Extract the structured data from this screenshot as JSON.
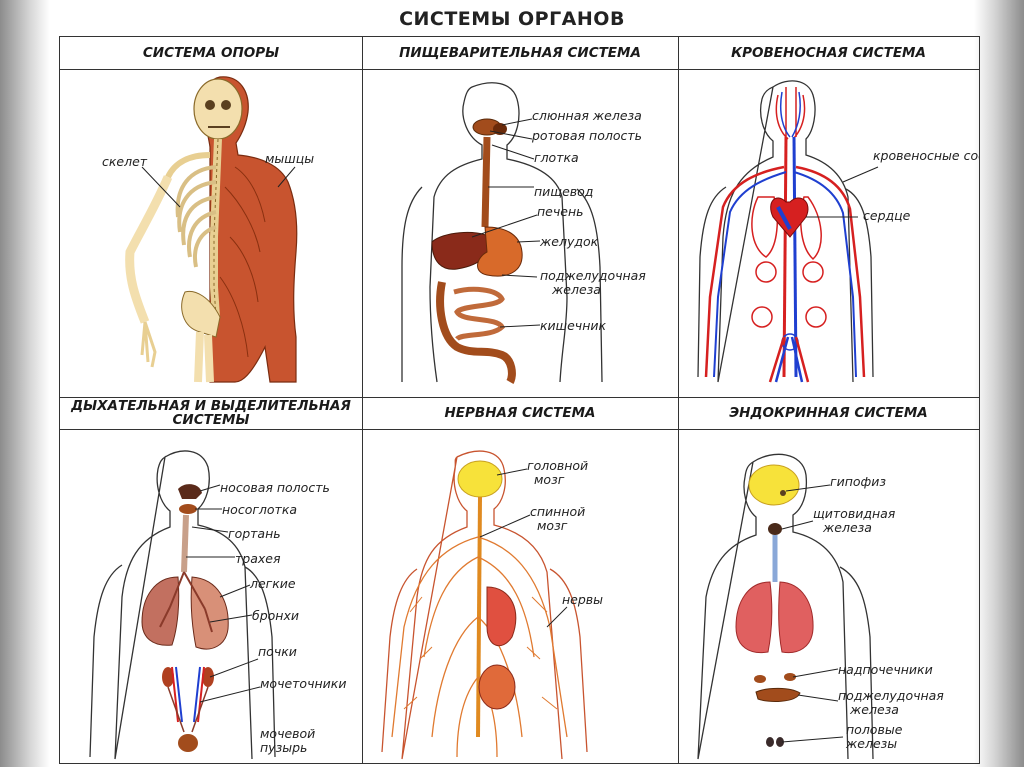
{
  "title": "СИСТЕМЫ ОРГАНОВ",
  "panels": {
    "support": {
      "heading": "СИСТЕМА ОПОРЫ",
      "labels": {
        "skeleton": "скелет",
        "muscles": "мышцы"
      }
    },
    "digestive": {
      "heading": "ПИЩЕВАРИТЕЛЬНАЯ СИСТЕМА",
      "labels": {
        "salivary_gland": "слюнная железа",
        "oral_cavity": "ротовая полость",
        "pharynx": "глотка",
        "esophagus": "пищевод",
        "liver": "печень",
        "stomach": "желудок",
        "pancreas_1": "поджелудочная",
        "pancreas_2": "железа",
        "intestine": "кишечник"
      }
    },
    "circulatory": {
      "heading": "КРОВЕНОСНАЯ СИСТЕМА",
      "labels": {
        "vessels": "кровеносные сосуды",
        "heart": "сердце"
      }
    },
    "respiratory": {
      "heading_1": "ДЫХАТЕЛЬНАЯ И ВЫДЕЛИТЕЛЬНАЯ",
      "heading_2": "СИСТЕМЫ",
      "labels": {
        "nasal_cavity": "носовая полость",
        "nasopharynx": "носоглотка",
        "larynx": "гортань",
        "trachea": "трахея",
        "lungs": "легкие",
        "bronchi": "бронхи",
        "kidneys": "почки",
        "ureters": "мочеточники",
        "bladder_1": "мочевой",
        "bladder_2": "пузырь"
      }
    },
    "nervous": {
      "heading": "НЕРВНАЯ СИСТЕМА",
      "labels": {
        "brain_1": "головной",
        "brain_2": "мозг",
        "spinal_1": "спинной",
        "spinal_2": "мозг",
        "nerves": "нервы"
      }
    },
    "endocrine": {
      "heading": "ЭНДОКРИННАЯ СИСТЕМА",
      "labels": {
        "pituitary": "гипофиз",
        "thyroid_1": "щитовидная",
        "thyroid_2": "железа",
        "adrenals": "надпочечники",
        "pancreas_1": "поджелудочная",
        "pancreas_2": "железа",
        "gonads_1": "половые",
        "gonads_2": "железы"
      }
    }
  },
  "colors": {
    "outline": "#333333",
    "muscle": "#c8542f",
    "bone": "#f3dfae",
    "artery": "#d62020",
    "vein": "#1f3fd0",
    "brain": "#f7e23a",
    "organ_brown": "#a24c1c",
    "lung_pink": "#e89088",
    "lung_red": "#e06060"
  }
}
